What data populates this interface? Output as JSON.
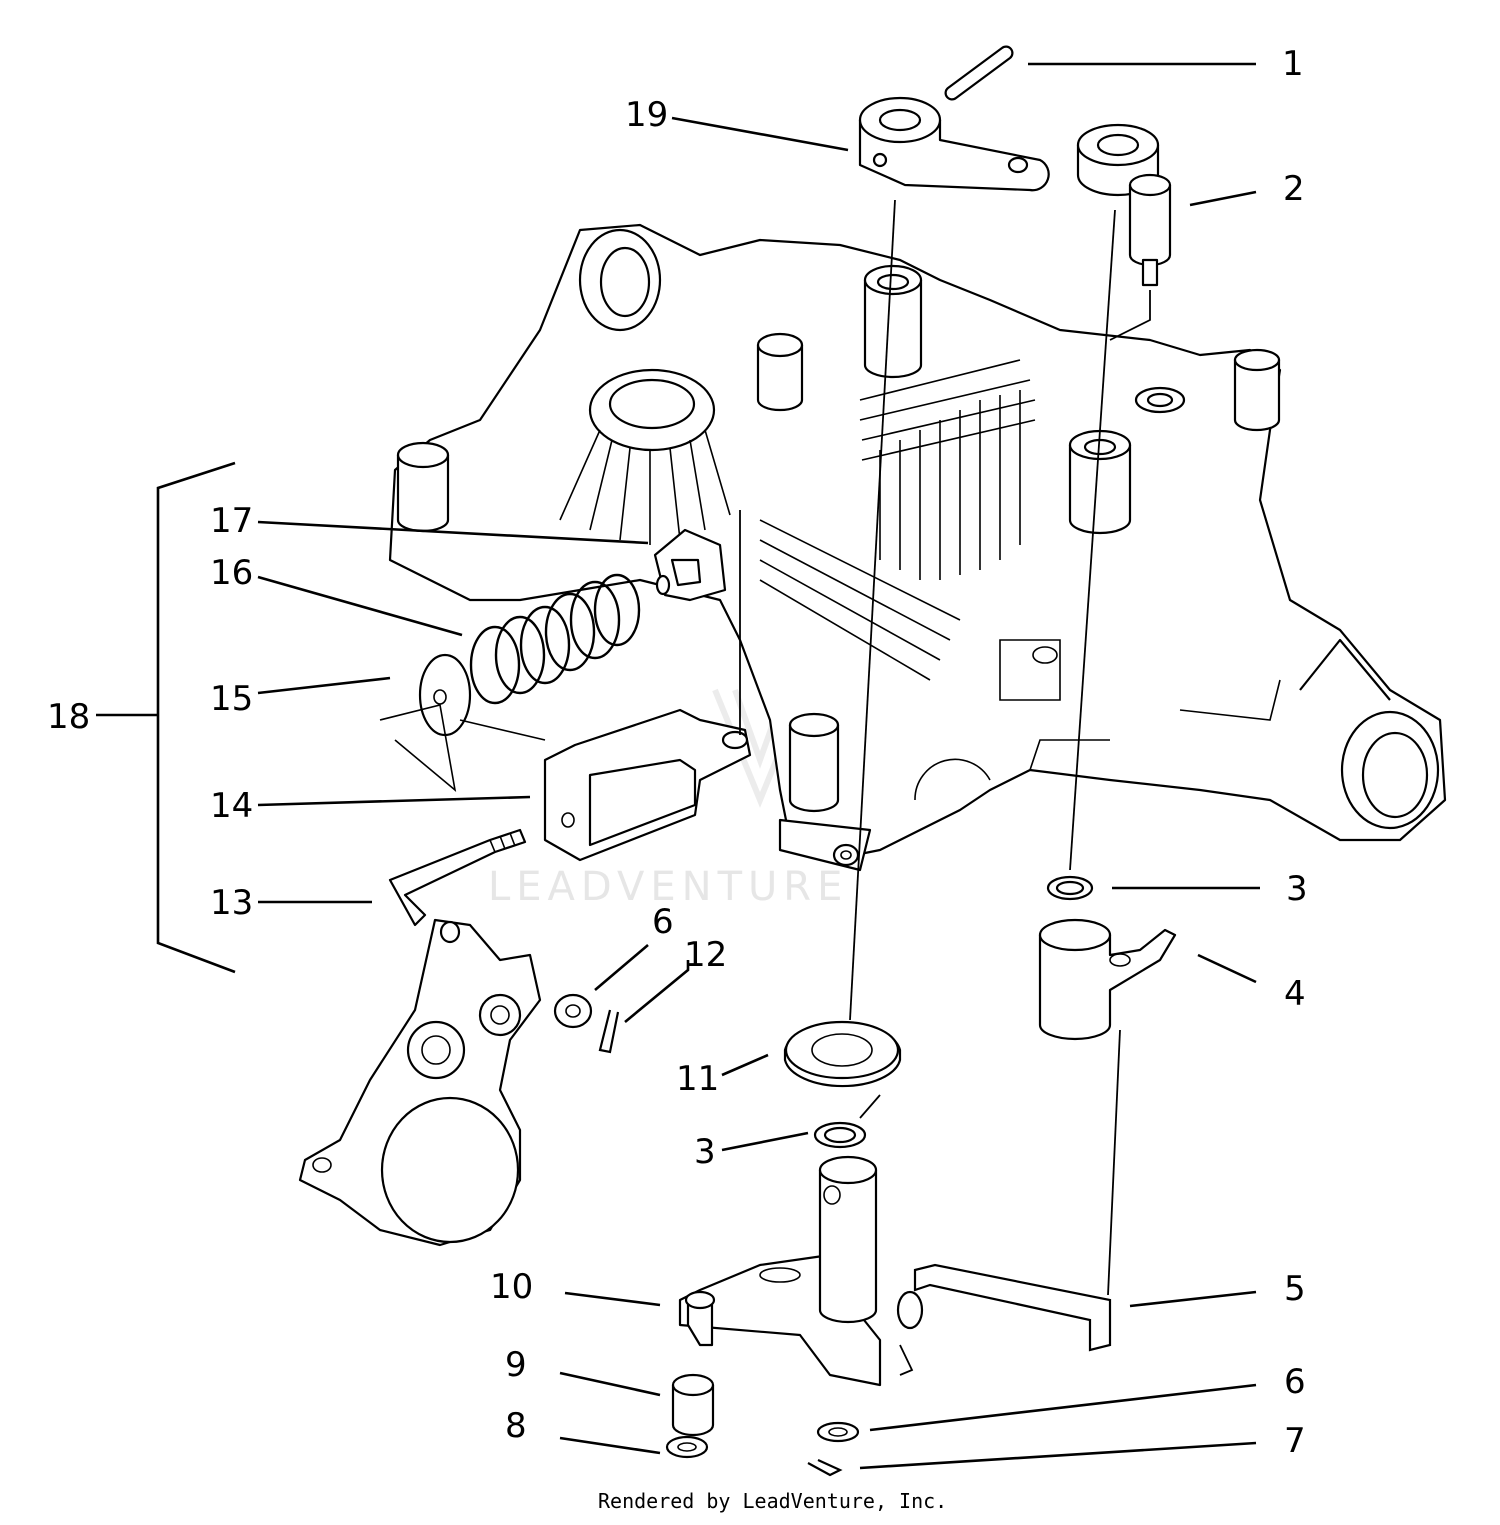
{
  "diagram": {
    "callouts": [
      {
        "id": "c1",
        "label": "1"
      },
      {
        "id": "c2",
        "label": "2"
      },
      {
        "id": "c3a",
        "label": "3"
      },
      {
        "id": "c3b",
        "label": "3"
      },
      {
        "id": "c4",
        "label": "4"
      },
      {
        "id": "c5",
        "label": "5"
      },
      {
        "id": "c6a",
        "label": "6"
      },
      {
        "id": "c6b",
        "label": "6"
      },
      {
        "id": "c7",
        "label": "7"
      },
      {
        "id": "c8",
        "label": "8"
      },
      {
        "id": "c9",
        "label": "9"
      },
      {
        "id": "c10",
        "label": "10"
      },
      {
        "id": "c11",
        "label": "11"
      },
      {
        "id": "c12",
        "label": "12"
      },
      {
        "id": "c13",
        "label": "13"
      },
      {
        "id": "c14",
        "label": "14"
      },
      {
        "id": "c15",
        "label": "15"
      },
      {
        "id": "c16",
        "label": "16"
      },
      {
        "id": "c17",
        "label": "17"
      },
      {
        "id": "c18",
        "label": "18"
      },
      {
        "id": "c19",
        "label": "19"
      }
    ],
    "watermark": "LEADVENTURE",
    "credit": "Rendered by LeadVenture, Inc."
  }
}
